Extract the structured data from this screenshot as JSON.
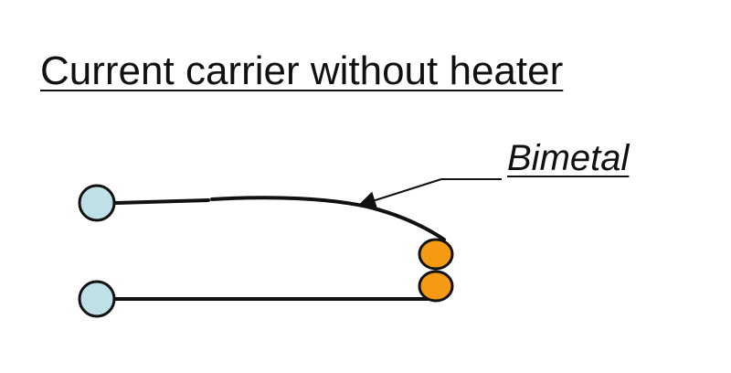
{
  "diagram": {
    "title": "Current carrier without heater",
    "bimetal_label": "Bimetal"
  },
  "colors": {
    "terminal_fill": "#bfe0e6",
    "contact_fill": "#f59a12",
    "line": "#111111",
    "text": "#111111"
  },
  "icons": {
    "terminal": "circle-terminal",
    "contact": "contact-blob"
  }
}
